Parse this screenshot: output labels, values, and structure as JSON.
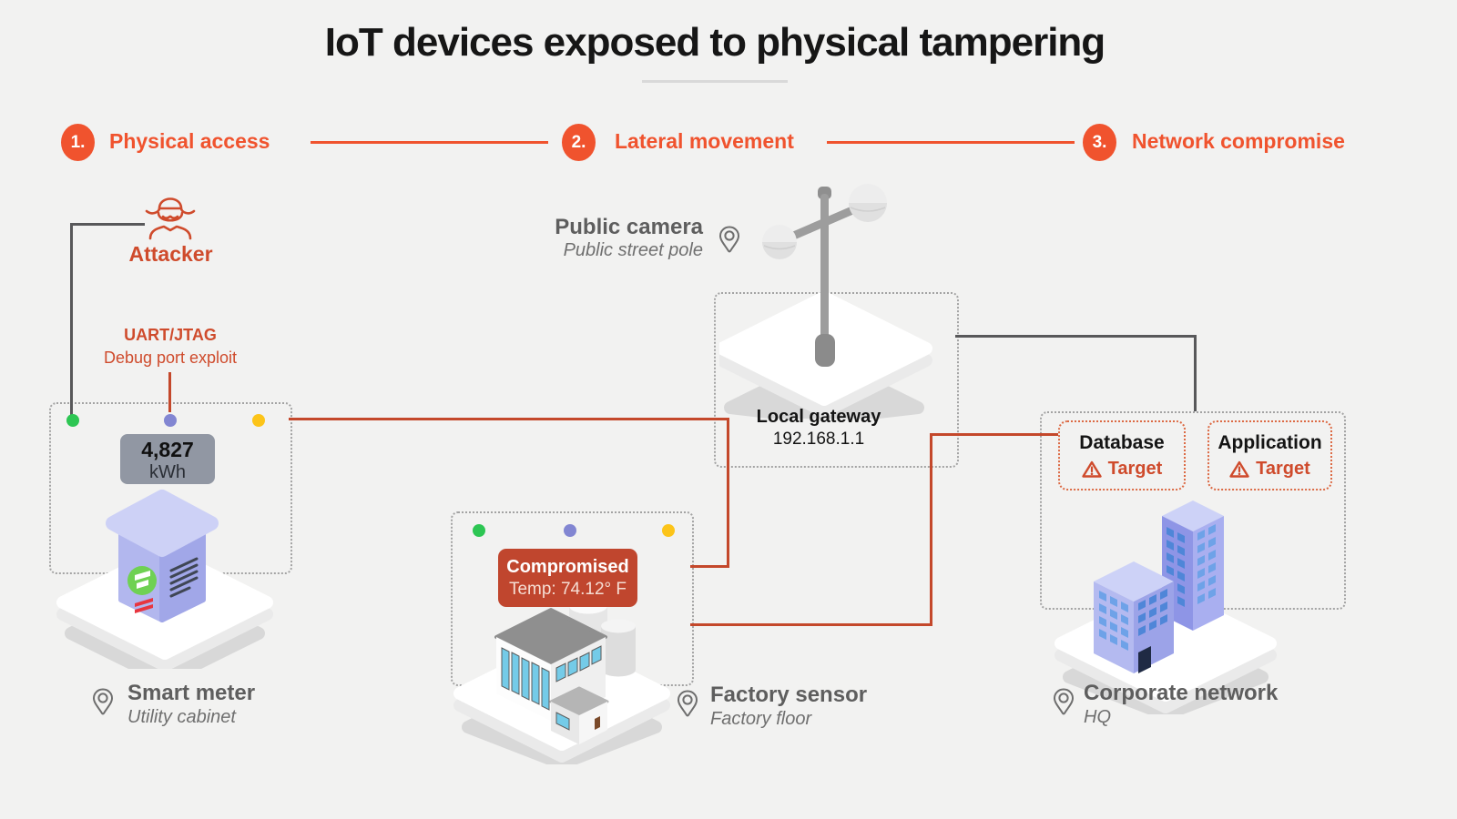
{
  "page": {
    "title": "IoT devices exposed to physical tampering"
  },
  "colors": {
    "accent": "#f0532e",
    "brick_text": "#cf4b2c",
    "line_orange": "#c4482b",
    "line_gray": "#58585a",
    "badge_bg": "#c0462e",
    "meter_bg": "#9197a3",
    "dot_green": "#2dc653",
    "dot_purple": "#8286d2",
    "dot_yellow": "#fcc419"
  },
  "steps": [
    {
      "number": "1.",
      "label": "Physical access"
    },
    {
      "number": "2.",
      "label": "Lateral movement"
    },
    {
      "number": "3.",
      "label": "Network compromise"
    }
  ],
  "attacker": {
    "label": "Attacker",
    "exploit_title": "UART/JTAG",
    "exploit_subtitle": "Debug port exploit"
  },
  "smart_meter": {
    "reading_value": "4,827",
    "reading_unit": "kWh",
    "name": "Smart meter",
    "location": "Utility cabinet"
  },
  "public_camera": {
    "name": "Public camera",
    "location": "Public street pole"
  },
  "local_gateway": {
    "name": "Local gateway",
    "ip": "192.168.1.1"
  },
  "factory_sensor": {
    "status": "Compromised",
    "temp": "Temp: 74.12° F",
    "name": "Factory sensor",
    "location": "Factory floor"
  },
  "corporate_network": {
    "name": "Corporate network",
    "location": "HQ",
    "targets": [
      {
        "name": "Database",
        "tag": "Target"
      },
      {
        "name": "Application",
        "tag": "Target"
      }
    ]
  },
  "icons": {
    "attacker": "spy-icon",
    "location": "pin-icon",
    "warning": "warning-triangle-icon"
  }
}
